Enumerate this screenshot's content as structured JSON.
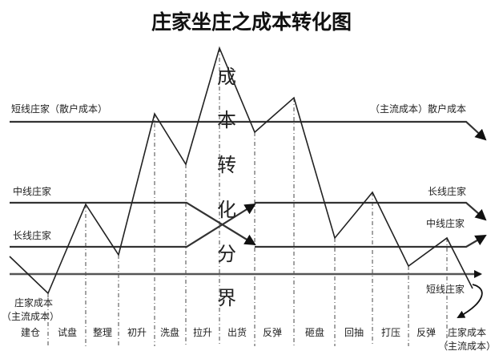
{
  "title": "庄家坐庄之成本转化图",
  "vertical_text": [
    "成",
    "本",
    "转",
    "化",
    "分",
    "界"
  ],
  "lines": {
    "short_left": "短线庄家（散户成本）",
    "short_right": "（主流成本）散户成本",
    "mid_left": "中线庄家",
    "long_left": "长线庄家",
    "long_right": "长线庄家",
    "mid_right": "中线庄家",
    "short_bottom_right": "短线庄家"
  },
  "cost_left": [
    "庄家成本",
    "（主流成本）"
  ],
  "cost_right": [
    "庄家成本",
    "（主流成本）"
  ],
  "phases": [
    "建仓",
    "试盘",
    "整理",
    "初升",
    "洗盘",
    "拉升",
    "出货",
    "反弹",
    "砸盘",
    "回抽",
    "打压",
    "反弹"
  ],
  "colors": {
    "line": "#222222",
    "axis": "#555555"
  }
}
